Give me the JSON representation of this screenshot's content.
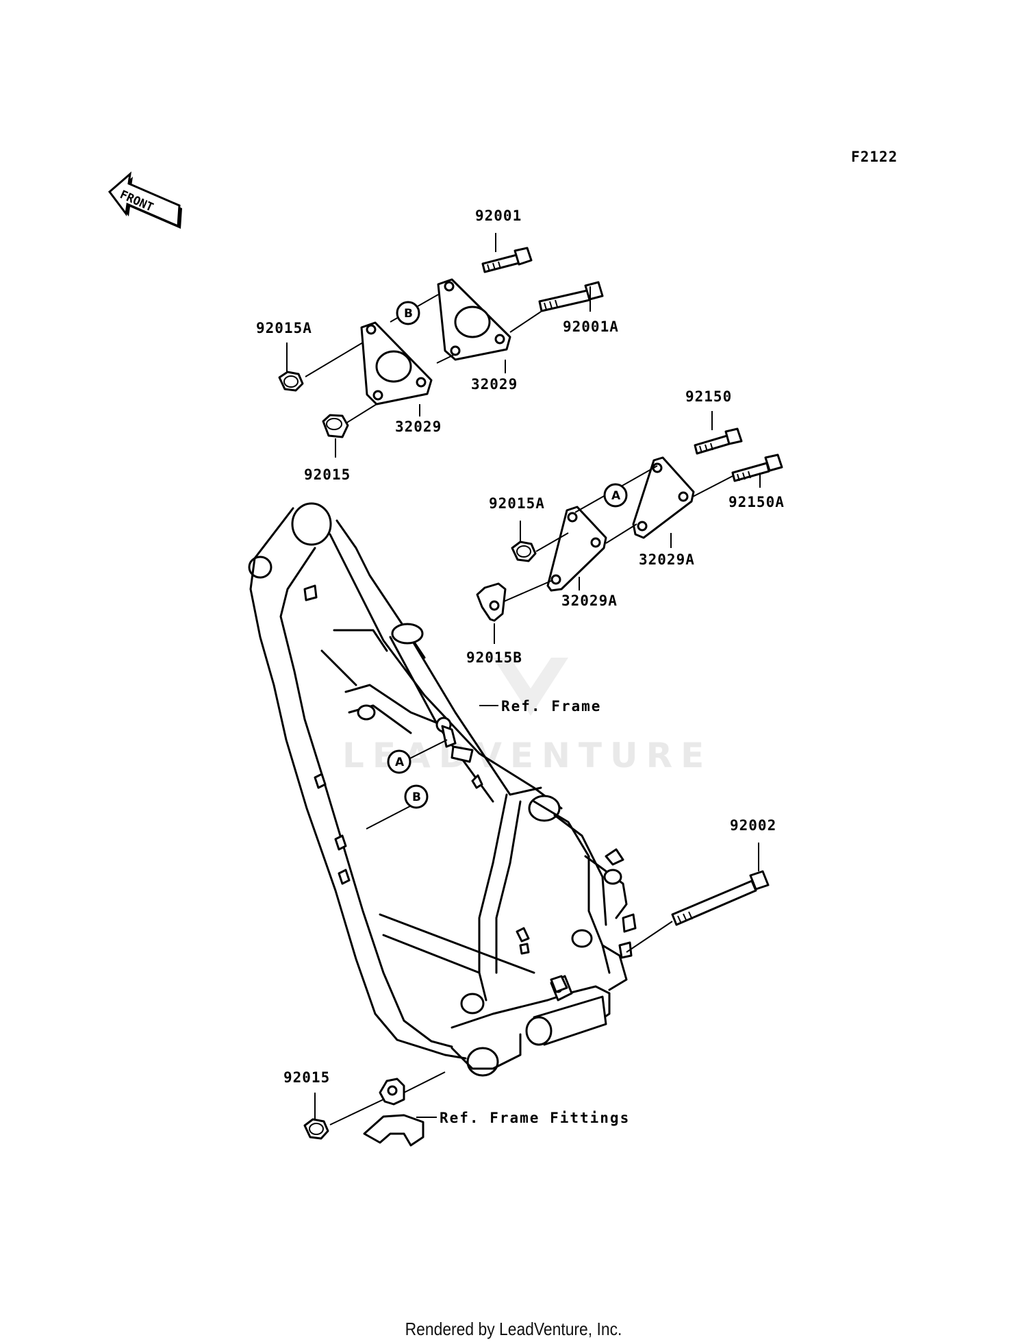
{
  "figure_code": "F2122",
  "front_arrow": {
    "label": "FRONT",
    "icon": "front-direction-arrow-icon"
  },
  "watermark": "LEADVENTURE",
  "callouts": [
    "A",
    "A",
    "B",
    "B"
  ],
  "parts": [
    {
      "number": "92001"
    },
    {
      "number": "92001A"
    },
    {
      "number": "92015A"
    },
    {
      "number": "32029"
    },
    {
      "number": "32029"
    },
    {
      "number": "92015"
    },
    {
      "number": "92150"
    },
    {
      "number": "92150A"
    },
    {
      "number": "92015A"
    },
    {
      "number": "32029A"
    },
    {
      "number": "32029A"
    },
    {
      "number": "92015B"
    },
    {
      "number": "92002"
    },
    {
      "number": "92015"
    }
  ],
  "references": {
    "frame": "Ref. Frame",
    "frame_fittings": "Ref. Frame Fittings"
  },
  "footer": "Rendered by LeadVenture, Inc."
}
